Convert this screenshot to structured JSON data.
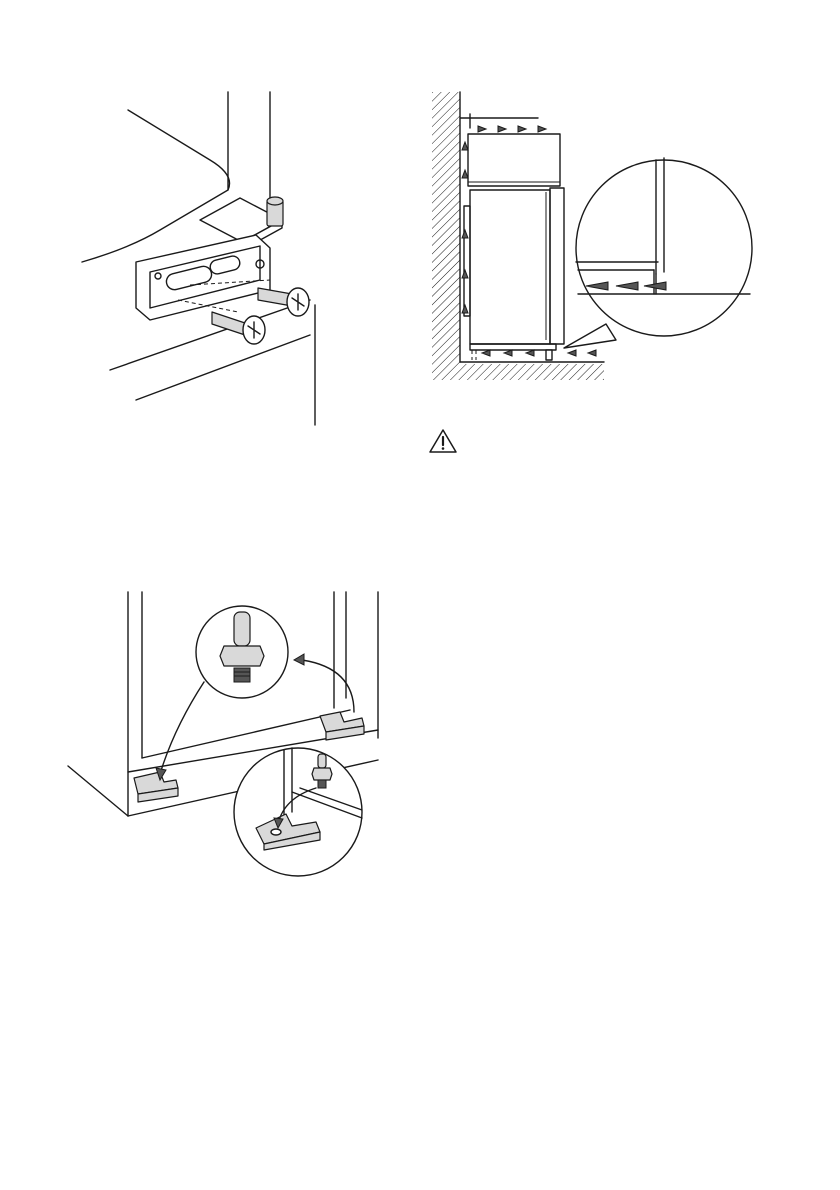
{
  "page": {
    "figures": [
      {
        "id": "hinge-bracket-screws",
        "icon": "hinge-bracket-illustration"
      },
      {
        "id": "ventilation-clearance",
        "icon": "ventilation-airflow-illustration"
      },
      {
        "id": "floor-bracket-pin",
        "icon": "floor-bracket-illustration"
      }
    ],
    "warning": {
      "icon": "warning-triangle-icon",
      "text": ""
    }
  },
  "colors": {
    "line": "#1a1a1a",
    "fill_grey": "#d9d9d9",
    "hatch": "#1a1a1a",
    "background": "#ffffff"
  }
}
